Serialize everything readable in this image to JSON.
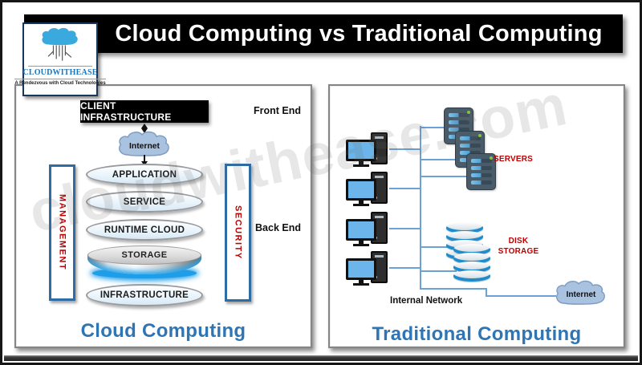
{
  "header": {
    "title": "Cloud Computing vs Traditional Computing",
    "logo": {
      "brand": "CLOUDWITHEASE",
      "tagline": "A Rendezvous with Cloud Technologies"
    }
  },
  "watermark": "cloudwithease.com",
  "left_panel": {
    "title": "Cloud Computing",
    "client_box": "CLIENT INFRASTRUCTURE",
    "front_end": "Front End",
    "back_end": "Back End",
    "internet_label": "Internet",
    "management": "MANAGEMENT",
    "security": "SECURITY",
    "layers": [
      "APPLICATION",
      "SERVICE",
      "RUNTIME CLOUD"
    ],
    "storage": "STORAGE",
    "infrastructure": "INFRASTRUCTURE"
  },
  "right_panel": {
    "title": "Traditional Computing",
    "servers_label": "SERVERS",
    "disk_storage_line1": "DISK",
    "disk_storage_line2": "STORAGE",
    "internal_network": "Internal Network",
    "internet_label": "Internet"
  },
  "colors": {
    "accent_blue": "#2e75b6",
    "label_red": "#c00000",
    "network_line_blue": "#6aa2d8",
    "cloud_fill": "#a9c2df",
    "logo_cloud_blue": "#3aa9de"
  }
}
